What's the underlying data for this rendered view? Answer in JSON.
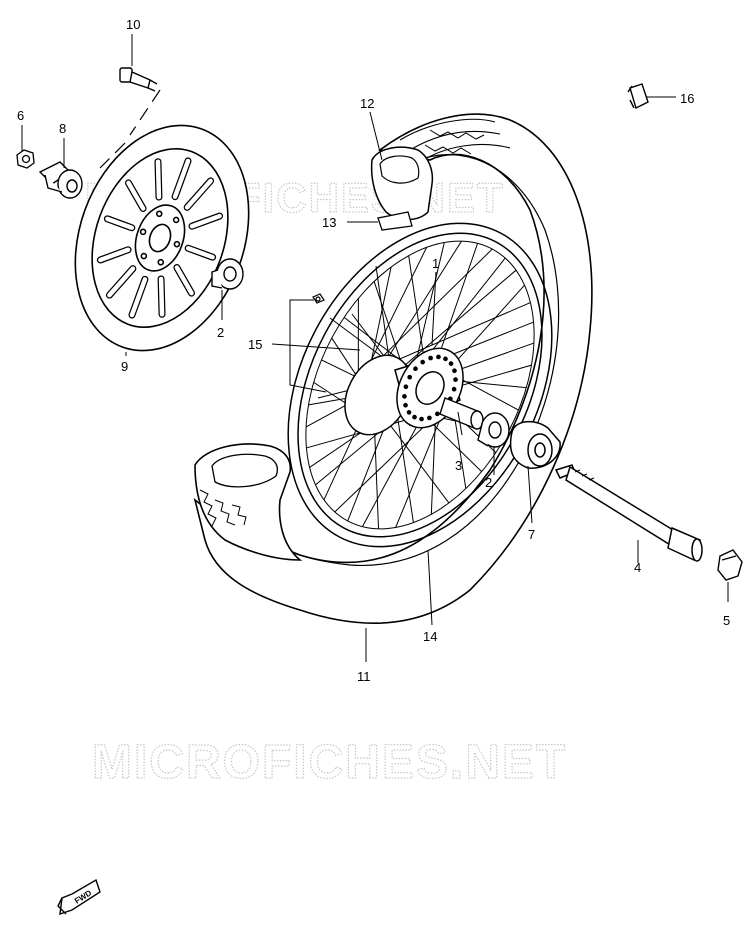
{
  "watermark": "MICROFICHES.NET",
  "fwd_label": "FWD",
  "callouts": {
    "c1": "1",
    "c2a": "2",
    "c2b": "2",
    "c3": "3",
    "c4": "4",
    "c5": "5",
    "c6": "6",
    "c7": "7",
    "c8": "8",
    "c9": "9",
    "c10": "10",
    "c11": "11",
    "c12": "12",
    "c13": "13",
    "c14": "14",
    "c15": "15",
    "c16": "16"
  }
}
